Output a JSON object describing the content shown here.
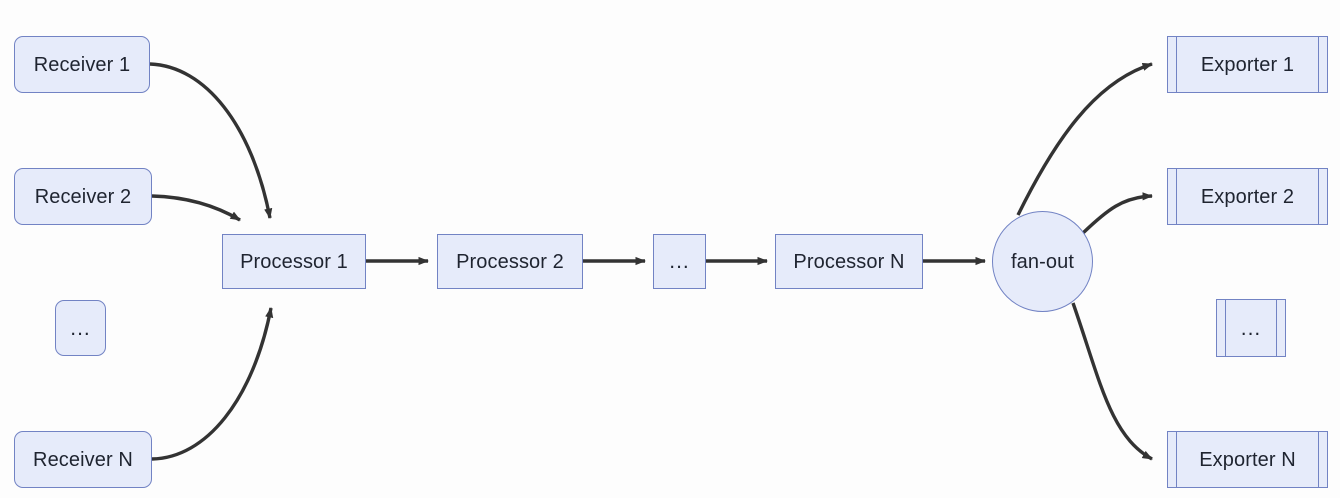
{
  "diagram": {
    "type": "flowchart",
    "direction": "left-to-right",
    "background_color": "#fdfdfd",
    "node_fill_color": "#e6ebfa",
    "node_border_color": "#7283c4",
    "text_color": "#1f2430",
    "edge_color": "#333333",
    "ellipsis": "...",
    "receivers": [
      {
        "id": "receiver-1",
        "label": "Receiver 1",
        "shape": "rounded"
      },
      {
        "id": "receiver-2",
        "label": "Receiver 2",
        "shape": "rounded"
      },
      {
        "id": "receiver-ellipsis",
        "label": "...",
        "shape": "rounded"
      },
      {
        "id": "receiver-n",
        "label": "Receiver N",
        "shape": "rounded"
      }
    ],
    "processors": [
      {
        "id": "processor-1",
        "label": "Processor 1",
        "shape": "rect"
      },
      {
        "id": "processor-2",
        "label": "Processor 2",
        "shape": "rect"
      },
      {
        "id": "processor-ellipsis",
        "label": "...",
        "shape": "rect"
      },
      {
        "id": "processor-n",
        "label": "Processor N",
        "shape": "rect"
      }
    ],
    "fanout": {
      "id": "fan-out",
      "label": "fan-out",
      "shape": "circle"
    },
    "exporters": [
      {
        "id": "exporter-1",
        "label": "Exporter 1",
        "shape": "subroutine"
      },
      {
        "id": "exporter-2",
        "label": "Exporter 2",
        "shape": "subroutine"
      },
      {
        "id": "exporter-ellipsis",
        "label": "...",
        "shape": "subroutine"
      },
      {
        "id": "exporter-n",
        "label": "Exporter N",
        "shape": "subroutine"
      }
    ],
    "edges": [
      {
        "from": "receiver-1",
        "to": "processor-1",
        "style": "curved-arrow"
      },
      {
        "from": "receiver-2",
        "to": "processor-1",
        "style": "curved-arrow"
      },
      {
        "from": "receiver-n",
        "to": "processor-1",
        "style": "curved-arrow"
      },
      {
        "from": "processor-1",
        "to": "processor-2",
        "style": "straight-arrow"
      },
      {
        "from": "processor-2",
        "to": "processor-ellipsis",
        "style": "straight-arrow"
      },
      {
        "from": "processor-ellipsis",
        "to": "processor-n",
        "style": "straight-arrow"
      },
      {
        "from": "processor-n",
        "to": "fan-out",
        "style": "straight-arrow"
      },
      {
        "from": "fan-out",
        "to": "exporter-1",
        "style": "curved-arrow"
      },
      {
        "from": "fan-out",
        "to": "exporter-2",
        "style": "curved-arrow"
      },
      {
        "from": "fan-out",
        "to": "exporter-n",
        "style": "curved-arrow"
      }
    ]
  }
}
